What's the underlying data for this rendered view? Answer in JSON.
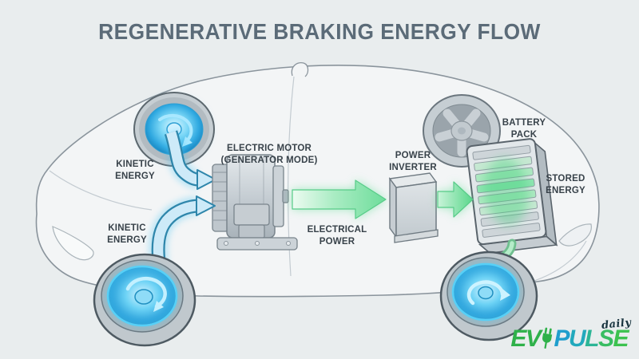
{
  "title": "REGENERATIVE BRAKING ENERGY FLOW",
  "diagram": {
    "kinetic_energy_top": "KINETIC\nENERGY",
    "kinetic_energy_bottom": "KINETIC\nENERGY",
    "electric_motor": "ELECTRIC MOTOR\n(GENERATOR MODE)",
    "electrical_power": "ELECTRICAL\nPOWER",
    "power_inverter": "POWER\nINVERTER",
    "battery_pack": "BATTERY\nPACK",
    "stored_energy": "STORED\nENERGY"
  },
  "logo": {
    "ev": "EV",
    "pulse_letters": [
      "P",
      "U",
      "L",
      "S",
      "E"
    ],
    "daily": "daily",
    "plug_icon": "plug-icon"
  },
  "colors": {
    "background": "#e9edee",
    "title_text": "#5b6b78",
    "label_text": "#38424a",
    "kinetic_arrow_blue": "#2e86ab",
    "kinetic_glow_blue": "#35c0f0",
    "power_arrow_green": "#6fdd9c",
    "car_outline_gray": "#8a949c",
    "logo_green": "#2fb14a",
    "logo_blue": "#1f9ecd"
  }
}
